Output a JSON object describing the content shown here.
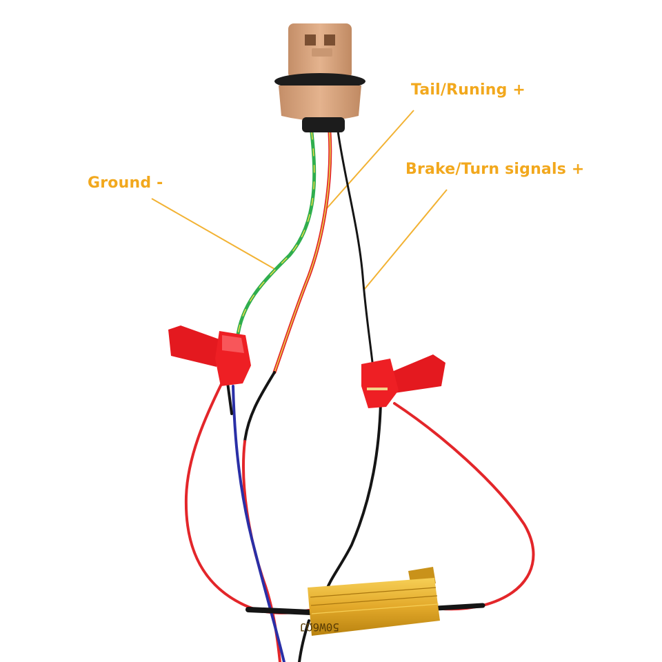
{
  "labels": {
    "tail": "Tail/Runing +",
    "brake": "Brake/Turn signals +",
    "ground": "Ground -"
  },
  "resistor": {
    "marking": "50W6ΩJ"
  },
  "colors": {
    "label_text": "#f2a81d",
    "leader_line": "#f2b233",
    "socket": "#d9a57f",
    "socket_shadow": "#b7825e",
    "gasket": "#1c1c1c",
    "wire_green": "#2fae4e",
    "wire_yellow": "#e7d84a",
    "wire_red": "#e3262a",
    "wire_black": "#151515",
    "wire_blue": "#2a2fa6",
    "tap_connector": "#ee1f24",
    "resistor_body": "#e3a92a",
    "resistor_dark": "#a8750e"
  }
}
